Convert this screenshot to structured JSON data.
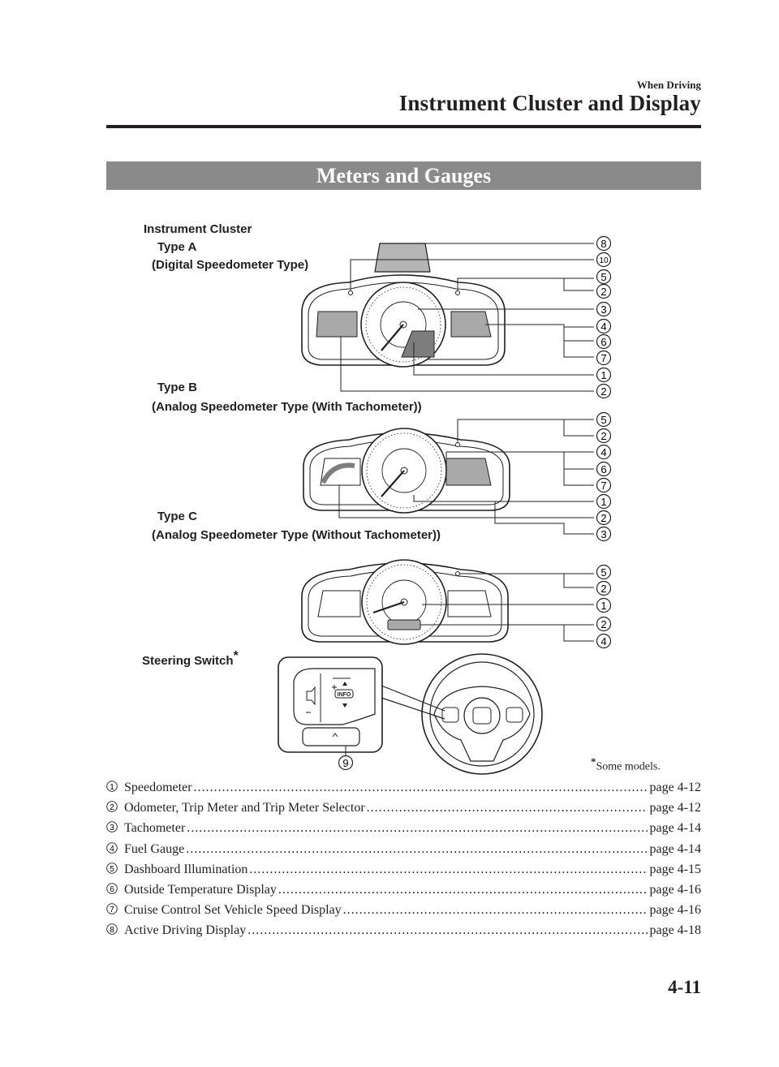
{
  "header": {
    "section": "When Driving",
    "title": "Instrument Cluster and Display"
  },
  "banner": "Meters and Gauges",
  "figure": {
    "heading": "Instrument Cluster",
    "type_a": {
      "name": "Type A",
      "desc": "(Digital Speedometer Type)",
      "callouts": [
        "8",
        "10",
        "5",
        "2",
        "3",
        "4",
        "6",
        "7",
        "1",
        "2"
      ]
    },
    "type_b": {
      "name": "Type B",
      "desc": "(Analog Speedometer Type (With Tachometer))",
      "callouts": [
        "5",
        "2",
        "4",
        "6",
        "7",
        "1",
        "2",
        "3"
      ]
    },
    "type_c": {
      "name": "Type C",
      "desc": "(Analog Speedometer Type (Without Tachometer))",
      "callouts": [
        "5",
        "2",
        "1",
        "2",
        "4"
      ]
    },
    "steering": {
      "name": "Steering Switch",
      "asterisk": "*",
      "callout": "9",
      "info_label": "INFO"
    },
    "footnote": "Some models.",
    "footnote_mark": "*"
  },
  "references": [
    {
      "num": "1",
      "name": "Speedometer",
      "page": "page 4-12"
    },
    {
      "num": "2",
      "name": "Odometer, Trip Meter and Trip Meter Selector",
      "page": "page 4-12"
    },
    {
      "num": "3",
      "name": "Tachometer",
      "page": "page 4-14"
    },
    {
      "num": "4",
      "name": "Fuel Gauge",
      "page": "page 4-14"
    },
    {
      "num": "5",
      "name": "Dashboard Illumination",
      "page": "page 4-15"
    },
    {
      "num": "6",
      "name": "Outside Temperature Display",
      "page": "page 4-16"
    },
    {
      "num": "7",
      "name": "Cruise Control Set Vehicle Speed Display",
      "page": "page 4-16"
    },
    {
      "num": "8",
      "name": "Active Driving Display",
      "page": "page 4-18"
    }
  ],
  "page_number": "4-11",
  "colors": {
    "banner_bg": "#8a8a8b",
    "text": "#231f20",
    "panel_gray": "#a9a9a9"
  }
}
